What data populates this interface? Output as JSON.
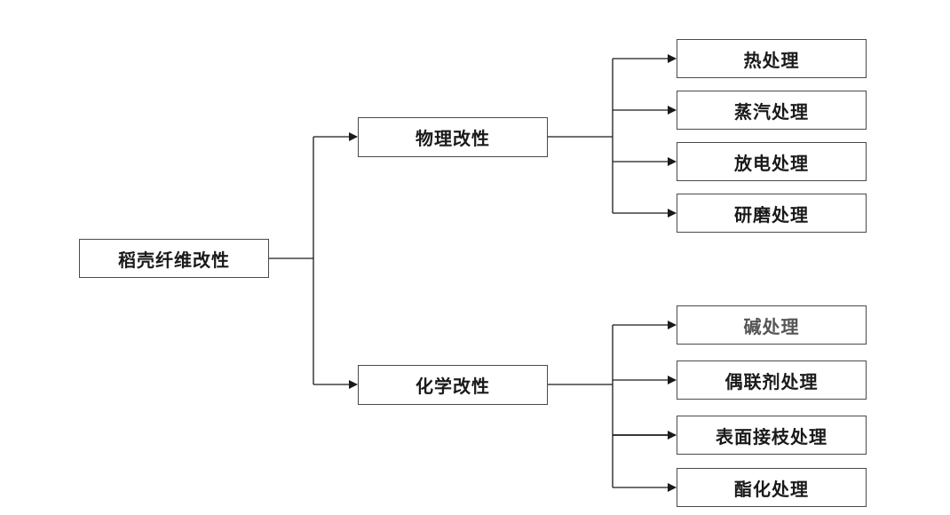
{
  "root": {
    "label": "稻壳纤维改性"
  },
  "categories": [
    {
      "label": "物理改性",
      "children": [
        {
          "label": "热处理"
        },
        {
          "label": "蒸汽处理"
        },
        {
          "label": "放电处理"
        },
        {
          "label": "研磨处理"
        }
      ]
    },
    {
      "label": "化学改性",
      "children": [
        {
          "label": "碱处理"
        },
        {
          "label": "偶联剂处理"
        },
        {
          "label": "表面接枝处理"
        },
        {
          "label": "酯化处理"
        }
      ]
    }
  ],
  "colors": {
    "line": "#1a1a1a",
    "border": "#4a4a4a",
    "text": "#1a1a1a"
  }
}
